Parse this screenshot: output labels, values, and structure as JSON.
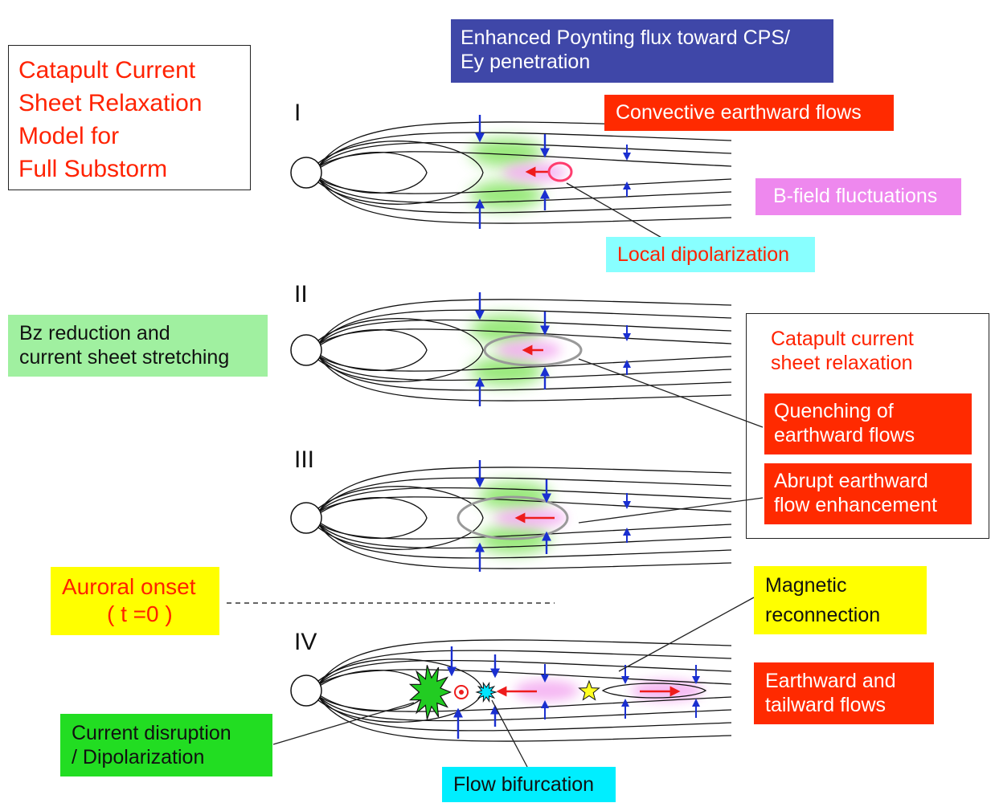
{
  "title_box": {
    "lines": [
      "Catapult Current",
      "Sheet Relaxation",
      "Model for",
      "Full Substorm"
    ]
  },
  "poynting_box": {
    "lines": [
      "Enhanced Poynting flux toward CPS/",
      "Ey penetration"
    ],
    "color": "#3f47a8"
  },
  "convective_box": {
    "text": "Convective earthward flows",
    "color": "#ff2a00"
  },
  "bfield_box": {
    "text": "B-field fluctuations",
    "color": "#ee88ee"
  },
  "local_dip_box": {
    "text": "Local dipolarization",
    "color": "#88ffff"
  },
  "bz_box": {
    "lines": [
      "Bz reduction and",
      "current sheet stretching"
    ],
    "color": "#a0f0a0"
  },
  "catapult_box": {
    "lines": [
      "Catapult current",
      "sheet relaxation"
    ],
    "quenching": [
      "Quenching of",
      "earthward flows"
    ],
    "abrupt": [
      "Abrupt earthward",
      "flow enhancement"
    ]
  },
  "auroral_box": {
    "lines": [
      "Auroral onset",
      "( t =0 )"
    ],
    "color": "#ffff00"
  },
  "magnetic_box": {
    "lines": [
      "Magnetic",
      "reconnection"
    ],
    "color": "#ffff00"
  },
  "earthward_box": {
    "lines": [
      "Earthward and",
      "tailward flows"
    ],
    "color": "#ff2a00"
  },
  "current_box": {
    "lines": [
      "Current disruption",
      "/ Dipolarization"
    ],
    "color": "#22dd22"
  },
  "flow_bif_box": {
    "text": "Flow bifurcation",
    "color": "#00eeff"
  },
  "panels": {
    "p1": "I",
    "p2": "II",
    "p3": "III",
    "p4": "IV"
  },
  "colors": {
    "arrow_blue": "#1a2fd0",
    "arrow_red": "#ee1c1c",
    "glow_green": "#7fe35a",
    "glow_pink": "#f3a6f0",
    "ellipse_gray": "#999999"
  }
}
